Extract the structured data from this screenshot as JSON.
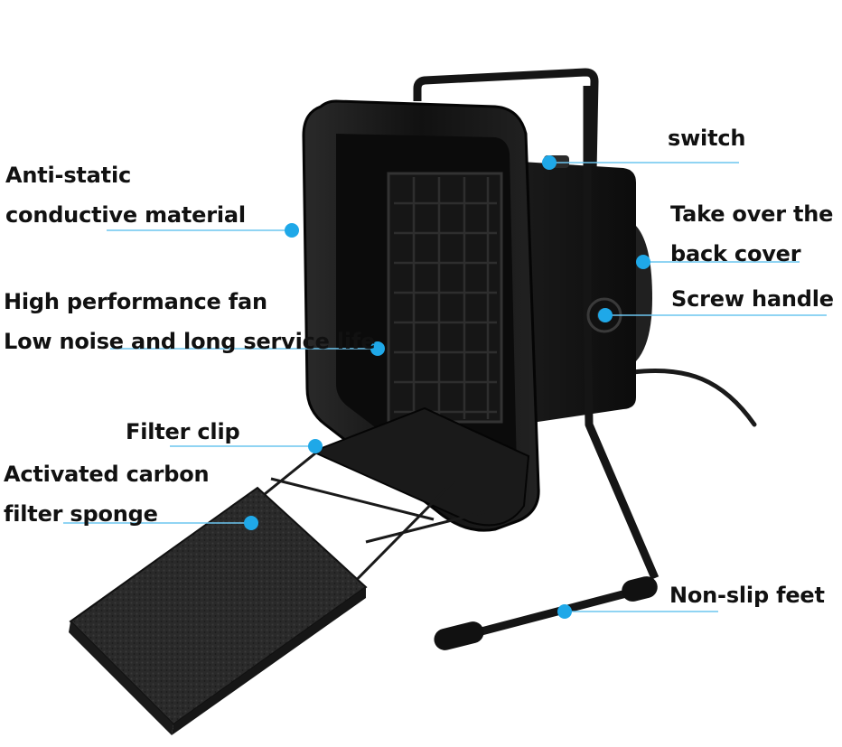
{
  "diagram": {
    "accent_color": "#1fa8e8",
    "line_color": "#6cc5ef",
    "product_color": "#141414",
    "sponge_color": "#262626",
    "callouts": [
      {
        "id": "switch",
        "lines": [
          "switch"
        ]
      },
      {
        "id": "back-cover",
        "lines": [
          "Take over the",
          "back cover"
        ]
      },
      {
        "id": "screw-handle",
        "lines": [
          "Screw handle"
        ]
      },
      {
        "id": "non-slip-feet",
        "lines": [
          "Non-slip feet"
        ]
      },
      {
        "id": "anti-static",
        "lines": [
          "Anti-static",
          "conductive material"
        ]
      },
      {
        "id": "fan",
        "lines": [
          "High performance fan",
          "Low noise and long service life"
        ]
      },
      {
        "id": "filter-clip",
        "lines": [
          "Filter clip"
        ]
      },
      {
        "id": "carbon-sponge",
        "lines": [
          "Activated carbon",
          "filter sponge"
        ]
      }
    ]
  }
}
